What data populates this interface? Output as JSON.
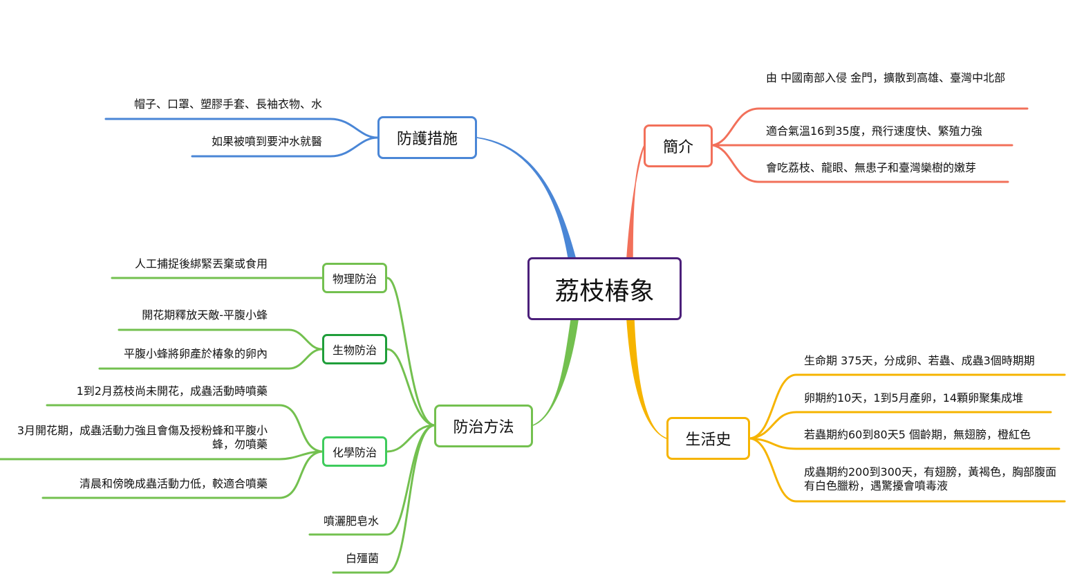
{
  "root": "荔枝椿象",
  "colors": {
    "root": "#4b1f7a",
    "protect": "#4a86d6",
    "intro": "#f2705a",
    "life": "#f6b400",
    "control": "#73c04f",
    "biological": "#1f9e3a",
    "chemical": "#3ecb5c"
  },
  "protect": {
    "title": "防護措施",
    "items": [
      "帽子、口罩、塑膠手套、長袖衣物、水",
      "如果被噴到要沖水就醫"
    ]
  },
  "intro": {
    "title": "簡介",
    "items": [
      "由 中國南部入侵 金門，擴散到高雄、臺灣中北部",
      "適合氣溫16到35度，飛行速度快、繁殖力強",
      "會吃荔枝、龍眼、無患子和臺灣欒樹的嫩芽"
    ]
  },
  "life": {
    "title": "生活史",
    "items": [
      "生命期 375天，分成卵、若蟲、成蟲3個時期期",
      "卵期約10天，1到5月產卵，14顆卵聚集成堆",
      "若蟲期約60到80天5 個齡期，無翅膀，橙紅色",
      "成蟲期約200到300天，有翅膀，黃褐色，胸部腹面有白色臘粉，遇驚擾會噴毒液"
    ]
  },
  "control": {
    "title": "防治方法",
    "physical": {
      "title": "物理防治",
      "items": [
        "人工捕捉後綁緊丟棄或食用"
      ]
    },
    "biological": {
      "title": "生物防治",
      "items": [
        "開花期釋放天敵-平腹小蜂",
        "平腹小蜂將卵產於椿象的卵內"
      ]
    },
    "chemical": {
      "title": "化學防治",
      "items": [
        "1到2月荔枝尚未開花，成蟲活動時噴藥",
        "3月開花期，成蟲活動力強且會傷及授粉蜂和平腹小蜂，勿噴藥",
        "清晨和傍晚成蟲活動力低，較適合噴藥"
      ]
    },
    "other": [
      "噴灑肥皂水",
      "白殭菌"
    ]
  }
}
